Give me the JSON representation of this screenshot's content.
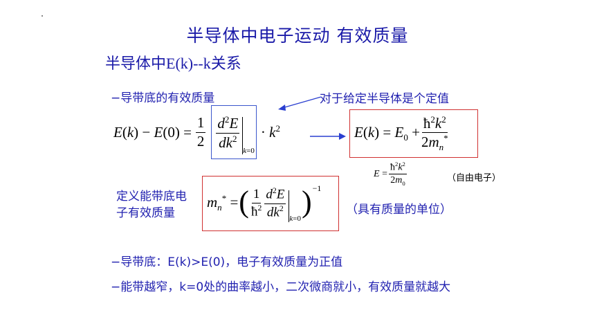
{
  "title": "半导体中电子运动  有效质量",
  "subtitle": {
    "cn": "半导体中",
    "formula": "E(k)--k",
    "cn2": "关系"
  },
  "section1_label": "−导带底的有效质量",
  "annotation_constant": "对于给定半导体是个定值",
  "definition_label_line1": "定义能带底电",
  "definition_label_line2": "子有效质量",
  "mass_unit_note": "（具有质量的单位）",
  "free_electron_note": "（自由电子）",
  "bullets": [
    "−导带底：E(k)>E(0)，电子有效质量为正值",
    "−能带越窄，k=0处的曲率越小，二次微商就小，有效质量就越大"
  ],
  "colors": {
    "title": "#1a1aa8",
    "text": "#2222b0",
    "blue_box": "#3a55cc",
    "red_box": "#d03030",
    "arrow": "#2a3fd0"
  }
}
